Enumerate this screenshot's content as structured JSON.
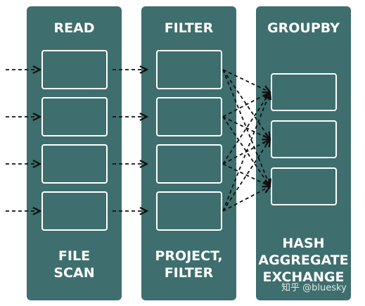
{
  "stages": [
    {
      "id": "read",
      "title": "READ",
      "footer": "FILE\nSCAN",
      "tasks": 4
    },
    {
      "id": "filter",
      "title": "FILTER",
      "footer": "PROJECT,\nFILTER",
      "tasks": 4
    },
    {
      "id": "group",
      "title": "GROUPBY",
      "footer": "HASH\nAGGREGATE\nEXCHANGE",
      "tasks": 3
    }
  ],
  "watermark": "知乎 @bluesky",
  "colors": {
    "panel": "#3e6e6e",
    "box_border": "#ffffff",
    "arrow": "#111111"
  },
  "arrows": {
    "incoming": "4 dashed arrows entering READ tasks",
    "read_to_filter": "one-to-one",
    "filter_to_groupby": "all-to-all shuffle"
  }
}
